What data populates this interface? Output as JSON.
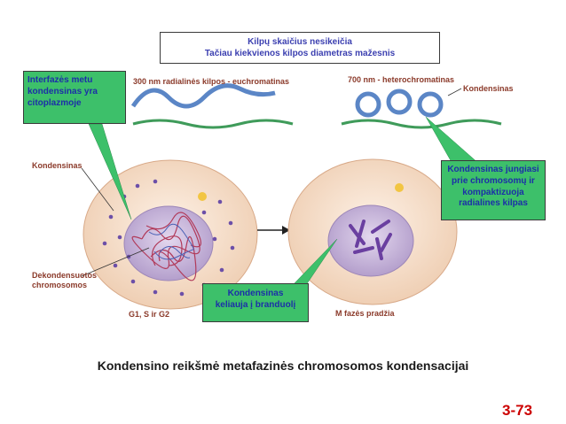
{
  "top_callout": {
    "line1": "Kilpų skaičius nesikeičia",
    "line2": "Tačiau kiekvienos kilpos diametras mažesnis"
  },
  "left_callout": {
    "line1": "Interfazės metu",
    "line2": "kondensinas yra",
    "line3": "citoplazmoje"
  },
  "right_callout": {
    "line1": "Kondensinas jungiasi",
    "line2": "prie chromosomų ir",
    "line3": "kompaktizuoja",
    "line4": "radialines kilpas"
  },
  "mid_callout": {
    "line1": "Kondensinas",
    "line2": "keliauja į branduolį"
  },
  "labels": {
    "euchromatin": "300 nm radialinės kilpos - euchromatinas",
    "heterochromatin": "700 nm - heterochromatinas",
    "condensin_left": "Kondensinas",
    "condensin_right": "Kondensinas",
    "decondensed_1": "Dekondensuotos",
    "decondensed_2": "chromosomos",
    "phase_left": "G1, S ir G2",
    "phase_right": "M fazės pradžia"
  },
  "caption": "Kondensino reikšmė metafazinės chromosomos kondensacijai",
  "slide_number": "3-73",
  "colors": {
    "callout_green": "#3dc06a",
    "callout_text": "#3b3fb0",
    "label_text": "#8b3a2a",
    "slide_number": "#cc0000",
    "cell": "#f3d9c2",
    "nucleus": "#c9b6dd",
    "fiber": "#5b86c6"
  }
}
